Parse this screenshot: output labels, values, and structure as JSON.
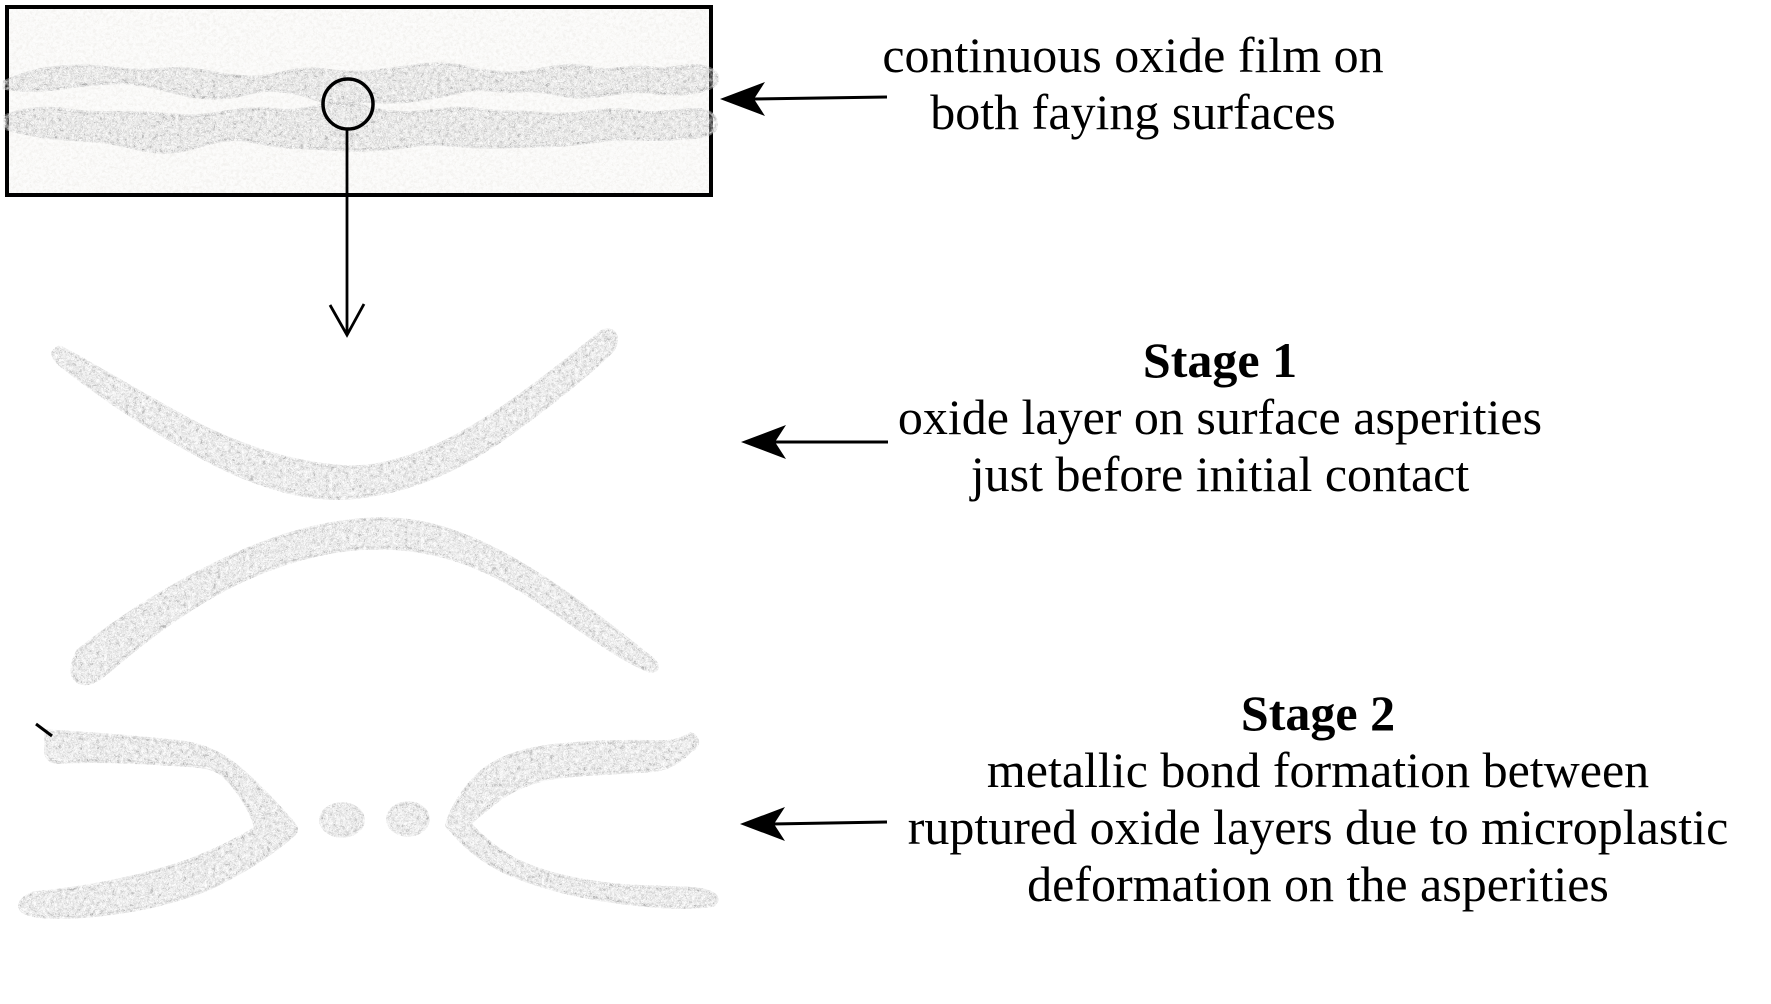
{
  "figure": {
    "top_annotation": {
      "lines": [
        "continuous oxide film on",
        "both faying surfaces"
      ]
    },
    "stage1": {
      "title": "Stage 1",
      "lines": [
        "oxide layer on surface asperities",
        "just before initial contact"
      ]
    },
    "stage2": {
      "title": "Stage 2",
      "lines": [
        "metallic bond formation between",
        "ruptured oxide layers due to microplastic",
        "deformation on the asperities"
      ]
    },
    "colors": {
      "ink": "#000000",
      "background": "#ffffff",
      "panel_stipple_light": "#ece9e4",
      "oxide_speckle_mid": "#8f8f8f"
    }
  }
}
